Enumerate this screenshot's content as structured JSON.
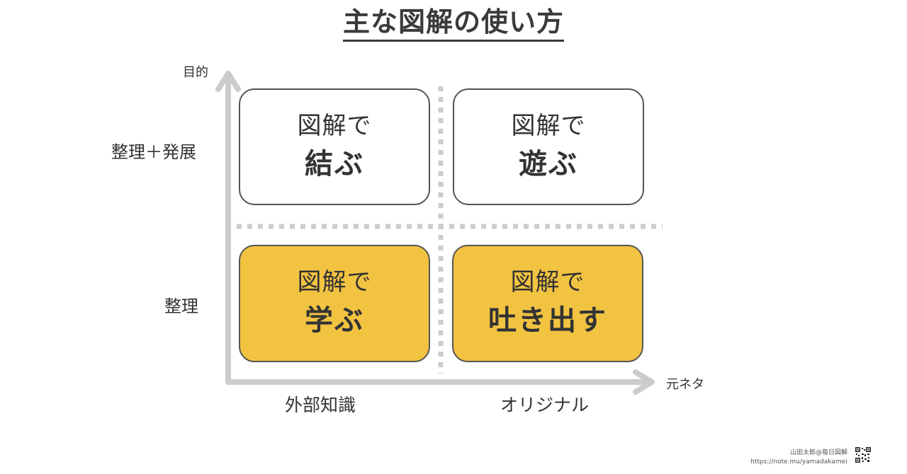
{
  "title": "主な図解の使い方",
  "axes": {
    "y_label": "目的",
    "x_label": "元ネタ",
    "rows": {
      "top": "整理＋発展",
      "bottom": "整理"
    },
    "cols": {
      "left": "外部知識",
      "right": "オリジナル"
    }
  },
  "quadrants": {
    "top_left": {
      "line1": "図解で",
      "line2": "結ぶ"
    },
    "top_right": {
      "line1": "図解で",
      "line2": "遊ぶ"
    },
    "bottom_left": {
      "line1": "図解で",
      "line2": "学ぶ"
    },
    "bottom_right": {
      "line1": "図解で",
      "line2": "吐き出す"
    }
  },
  "colors": {
    "highlight": "#f2c341",
    "axis": "#cccccc",
    "border": "#555555",
    "text": "#333333"
  },
  "credit": {
    "author": "山田太郎@毎日図解",
    "url": "https://note.mu/yamadakamei"
  }
}
